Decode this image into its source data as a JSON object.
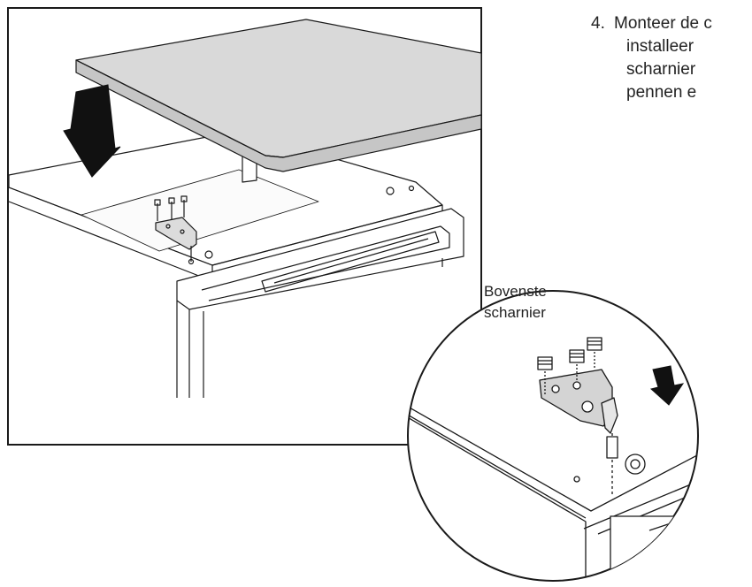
{
  "instruction": {
    "number": "4.",
    "lines": [
      "Monteer de c",
      "installeer",
      "scharnier",
      "pennen e"
    ]
  },
  "callout": {
    "lines": [
      "Bovenste",
      "scharnier"
    ]
  },
  "colors": {
    "stroke": "#1a1a1a",
    "lid_fill": "#d9d9d9",
    "lid_side": "#c8c8c8",
    "hinge_fill": "#d4d4d4",
    "arrow_fill": "#111111"
  }
}
